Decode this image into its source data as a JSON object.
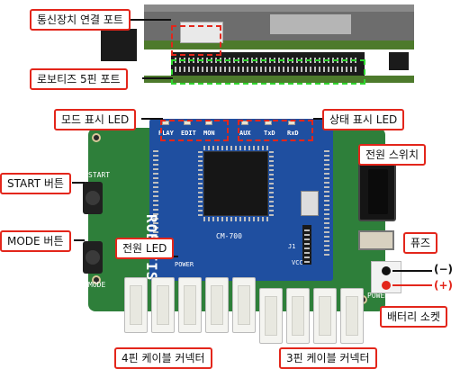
{
  "callouts": {
    "comm_port": "통신장치 연결 포트",
    "robotis_5pin": "로보티즈 5핀 포트",
    "mode_led": "모드 표시 LED",
    "status_led": "상태 표시 LED",
    "power_switch": "전원 스위치",
    "start_button": "START 버튼",
    "mode_button": "MODE 버튼",
    "power_led": "전원 LED",
    "fuse": "퓨즈",
    "battery_socket": "배터리 소켓",
    "cable_4pin": "4핀 케이블 커넥터",
    "cable_3pin": "3핀 케이블 커넥터"
  },
  "battery": {
    "minus": "(−)",
    "plus": "(+)"
  },
  "silkscreen": {
    "play": "PLAY",
    "edit": "EDIT",
    "mon": "MON",
    "aux": "AUX",
    "txd": "TxD",
    "rxd": "RxD",
    "start": "START",
    "mode": "MODE",
    "power": "POWER",
    "power_plug": "POWER",
    "brand": "ROBOTIS",
    "model": "CM-700",
    "j1": "J1",
    "vcc": "VCC"
  },
  "colors": {
    "accent_red": "#e3261b",
    "dashed_red": "#e3261b",
    "dashed_green": "#2fd62f",
    "pcb_green": "#2e7f3a",
    "pcb_blue": "#1f4fa0"
  }
}
